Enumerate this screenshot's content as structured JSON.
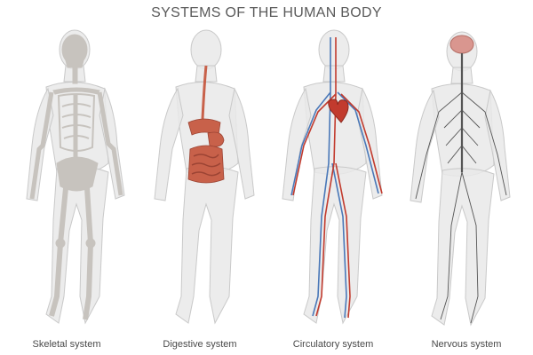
{
  "title": "SYSTEMS OF THE HUMAN BODY",
  "colors": {
    "body_fill": "#e9e9e9",
    "body_outline": "#c9c9c9",
    "bone": "#c7c3be",
    "digestive": "#c8614a",
    "artery": "#c23b2e",
    "vein": "#4a78b8",
    "nerve": "#555555",
    "brain": "#d9968f"
  },
  "panels": [
    {
      "caption": "Skeletal system",
      "system": "skeletal"
    },
    {
      "caption": "Digestive system",
      "system": "digestive"
    },
    {
      "caption": "Circulatory system",
      "system": "circulatory"
    },
    {
      "caption": "Nervous system",
      "system": "nervous"
    }
  ]
}
